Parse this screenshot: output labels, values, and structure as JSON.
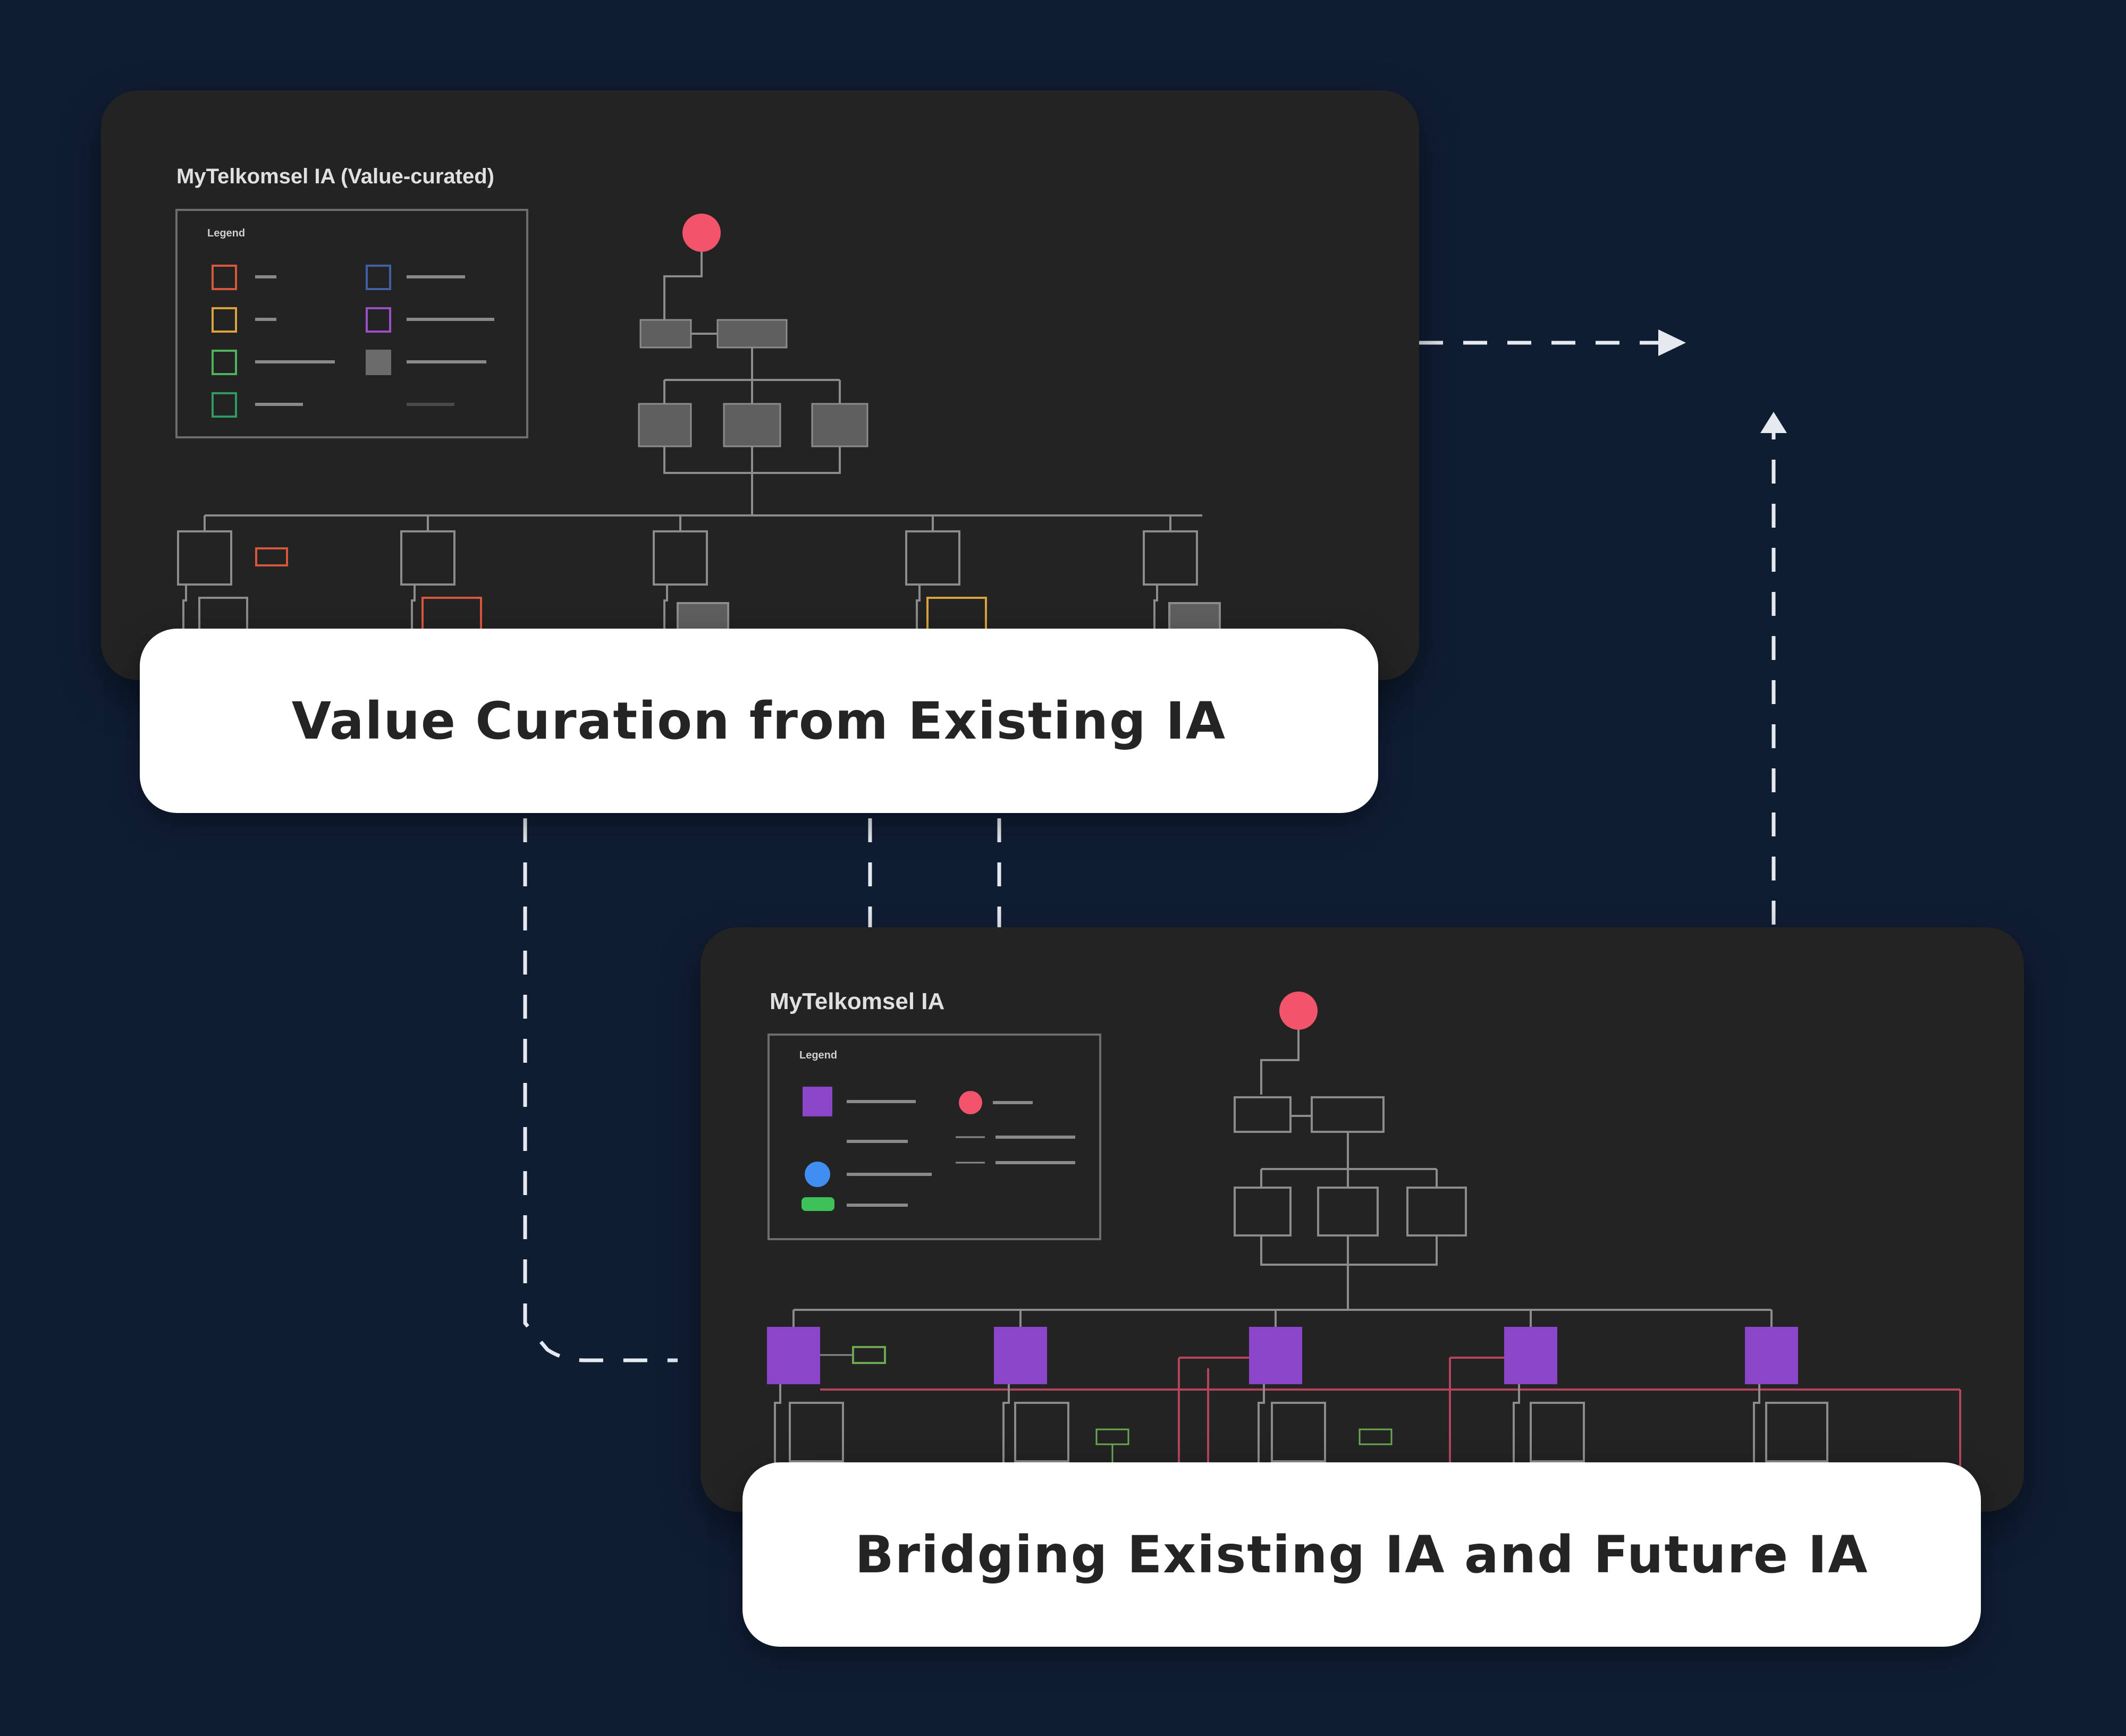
{
  "top_board": {
    "title": "MyTelkomsel IA (Value-curated)",
    "legend_title": "Legend",
    "caption": "Value Curation from Existing IA"
  },
  "bottom_board": {
    "title": "MyTelkomsel IA",
    "legend_title": "Legend",
    "caption": "Bridging Existing IA and Future IA"
  },
  "colors": {
    "background": "#0f1d33",
    "board": "#232323",
    "start_node": "#f2546b",
    "category_purple": "#8b45c9",
    "connector": "#ffffff"
  }
}
